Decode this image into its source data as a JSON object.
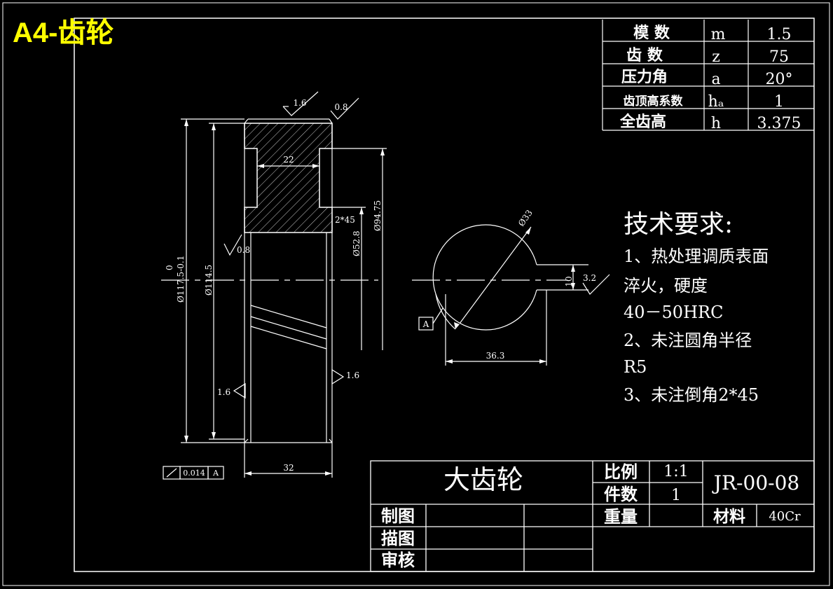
{
  "sheet_title": "A4-齿轮",
  "colors": {
    "background": "#000000",
    "lines": "#ffffff",
    "title": "#ffff00"
  },
  "param_table": [
    {
      "name": "模 数",
      "symbol": "m",
      "value": "1.5"
    },
    {
      "name": "齿 数",
      "symbol": "z",
      "value": "75"
    },
    {
      "name": "压力角",
      "symbol": "a",
      "value": "20°"
    },
    {
      "name": "齿顶高系数",
      "symbol": "hₐ",
      "value": "1"
    },
    {
      "name": "全齿高",
      "symbol": "h",
      "value": "3.375"
    }
  ],
  "dims": {
    "rough_top_left": "1.6",
    "rough_top_right": "0.8",
    "web_width": "22",
    "chamfer": "2*45",
    "dia_94_75": "Ø94.75",
    "dia_52_8": "Ø52.8",
    "dia_114_5": "Ø114.5",
    "tol_upper": "0",
    "dia_outer": "Ø117.5-0.1",
    "rough_bore": "0.8",
    "rough_right": "1.6",
    "rough_left": "1.6",
    "face_width": "32",
    "runout_value": "0.014",
    "runout_datum": "A",
    "hole_dia": "Ø33",
    "key_width": "10",
    "key_rough": "3.2",
    "key_depth": "36.3",
    "datum": "A"
  },
  "tech_req": {
    "heading": "技术要求:",
    "lines": [
      "1、热处理调质表面",
      "淬火，硬度",
      "40－50HRC",
      "2、未注圆角半径",
      "R5",
      "3、未注倒角2*45"
    ]
  },
  "title_block": {
    "part_name": "大齿轮",
    "scale_label": "比例",
    "scale_value": "1:1",
    "qty_label": "件数",
    "qty_value": "1",
    "weight_label": "重量",
    "drawing_no": "JR-00-08",
    "material_label": "材料",
    "material_value": "40Cr",
    "drawn_label": "制图",
    "traced_label": "描图",
    "checked_label": "审核"
  }
}
